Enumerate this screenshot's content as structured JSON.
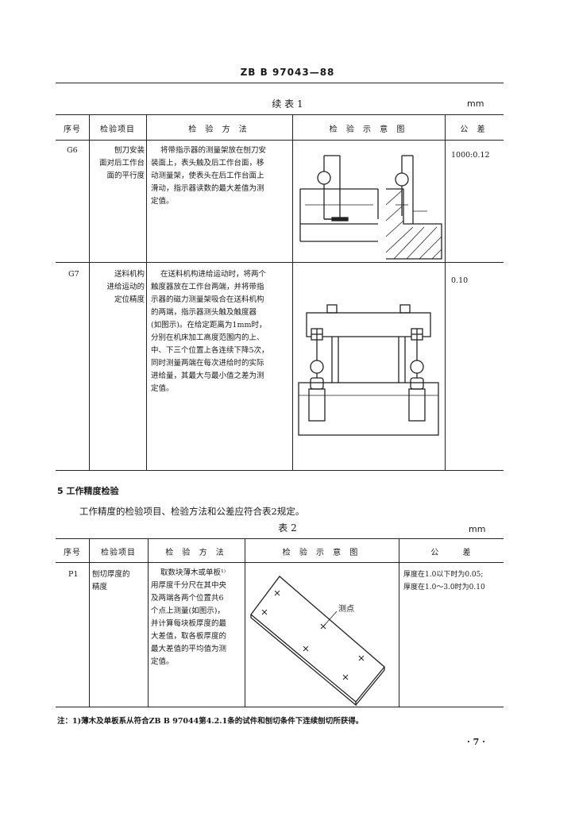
{
  "header": {
    "standard_code": "ZB B 97043—88"
  },
  "table1": {
    "caption": "续 表 1",
    "unit": "mm",
    "columns": [
      "序号",
      "检验项目",
      "检 验 方 法",
      "检 验 示 意 图",
      "公 差"
    ],
    "rows": [
      {
        "id": "G6",
        "item_lines": [
          "刨刀安装",
          "面对后工作台",
          "面的平行度"
        ],
        "method_lines": [
          "将带指示器的测量架放在刨刀安",
          "装面上，表头触及后工作台面，移",
          "动测量架，使表头在后工作台面上",
          "滑动，指示器读数的最大差值为测",
          "定值。"
        ],
        "tolerance": "1000:0.12"
      },
      {
        "id": "G7",
        "item_lines": [
          "送料机构",
          "进给运动的",
          "定位精度"
        ],
        "method_lines": [
          "在送料机构进给运动时，将两个",
          "触度器放在工作台两端，并将带指",
          "示器的磁力测量架吸合在送料机构",
          "的两端，指示器测头触及触度器",
          "(如图示)。在给定距离为1mm时，",
          "分别在机床加工高度范围内的上、",
          "中、下三个位置上各连续下降5次，",
          "同时测量两端在每次进给时的实际",
          "进给量，其最大与最小值之差为测",
          "定值。"
        ],
        "tolerance": "0.10"
      }
    ]
  },
  "section5": {
    "heading": "5  工作精度检验",
    "paragraph": "工作精度的检验项目、检验方法和公差应符合表2规定。"
  },
  "table2": {
    "caption": "表 2",
    "unit": "mm",
    "columns": [
      "序号",
      "检验项目",
      "检 验 方 法",
      "检 验 示 意 图",
      "公       差"
    ],
    "rows": [
      {
        "id": "P1",
        "item_lines": [
          "刨切厚度的",
          "精度"
        ],
        "method_lines": [
          "取数块薄木或单板¹⁾",
          "用厚度千分尺在其中央",
          "及两端各两个位置共6",
          "个点上测量(如图示)，",
          "并计算每块板厚度的最",
          "大差值，取各板厚度的",
          "最大差值的平均值为测",
          "定值。"
        ],
        "diagram_label": "测点",
        "tolerance_lines": [
          "厚度在1.0以下时为0.05;",
          "厚度在1.0～3.0时为0.10"
        ]
      }
    ]
  },
  "footnote": "注：1)薄木及单板系从符合ZB B 97044第4.2.1条的试件和刨切条件下连续刨切所获得。",
  "page_number": "· 7 ·"
}
